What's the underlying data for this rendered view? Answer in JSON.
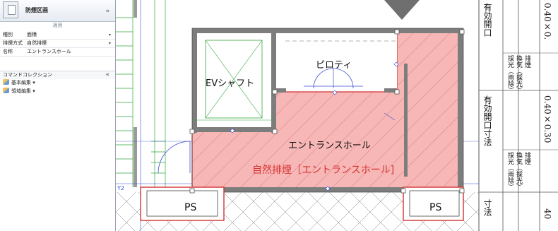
{
  "panel": {
    "title": "防煙区画",
    "collapse_glyph": "«",
    "apply_label": "適用",
    "properties": [
      {
        "key": "種別",
        "value": "面積",
        "has_dropdown": true
      },
      {
        "key": "排煙方式",
        "value": "自然排煙",
        "has_dropdown": true
      },
      {
        "key": "名称",
        "value": "エントランスホール",
        "has_dropdown": false
      }
    ],
    "commands_header": "コマンドコレクション",
    "commands": [
      {
        "label": "基本編集 ▾",
        "icon": "edit-icon"
      },
      {
        "label": "領域編集 ▾",
        "icon": "region-edit-icon"
      }
    ]
  },
  "drawing": {
    "room_labels": {
      "ev": "EVシャフト",
      "piloti": "ピロティ",
      "entrance": "エントランスホール",
      "zone": "自然排煙［エントランスホール]",
      "ps_left": "PS",
      "ps_right": "PS",
      "y_marker": "Y2"
    },
    "right_table_texts": [
      "有効開口",
      "0.40×0.",
      "採光（雨除）",
      "換気（採光）",
      "排煙",
      "有効開口寸法",
      "0.40×0.30",
      "採光（雨除）",
      "換気（採光）",
      "排煙",
      "寸法",
      "40"
    ],
    "colors": {
      "zone_fill": "#f6b7b6",
      "zone_outline": "#d33232",
      "zone_label": "#d83232",
      "wall": "#7d7d7d",
      "green_lines": "#33a63b",
      "blue_lines": "#3c4fd3",
      "cursor": "#6f6f6f"
    }
  }
}
